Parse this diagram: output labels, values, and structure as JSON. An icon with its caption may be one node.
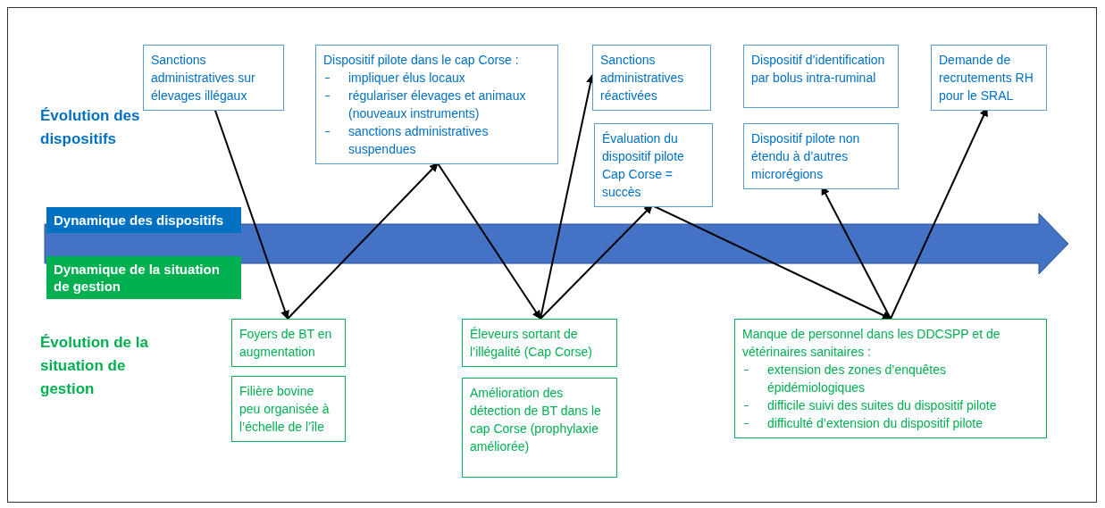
{
  "diagram": {
    "nodes": [
      {
        "text": [
          "Sanctions administratives sur élevages illégaux"
        ]
      },
      {
        "text": [
          "Dispositif pilote dans le cap Corse :",
          "impliquer élus locaux",
          "régulariser élevages et animaux (nouveaux instruments)",
          "sanctions administratives suspendues"
        ]
      },
      {
        "text": [
          "Sanctions administratives réactivées"
        ]
      },
      {
        "text": [
          "Dispositif d’identification par bolus intra-ruminal"
        ]
      },
      {
        "text": [
          "Demande de recrutements RH pour le SRAL"
        ]
      },
      {
        "text": [
          "Évaluation du dispositif pilote Cap Corse = succès"
        ]
      },
      {
        "text": [
          "Dispositif pilote non étendu à d’autres microrégions"
        ]
      },
      {
        "text": [
          "Dynamique des dispositifs"
        ]
      },
      {
        "text": [
          "Dynamique de la situation de gestion"
        ]
      },
      {
        "text": [
          "Foyers de BT en augmentation"
        ]
      },
      {
        "text": [
          "Filière bovine peu organisée à l’échelle de l’île"
        ]
      },
      {
        "text": [
          "Éleveurs sortant de l’illégalité (Cap Corse)"
        ]
      },
      {
        "text": [
          "Amélioration des détection de BT dans le cap Corse (prophylaxie améliorée)"
        ]
      },
      {
        "text": [
          "Manque de personnel dans les DDCSPP et de vétérinaires sanitaires :",
          "extension des zones d’enquêtes épidémiologiques",
          "difficile suivi des suites du dispositif pilote",
          "difficulté d’extension du dispositif pilote"
        ]
      }
    ],
    "edges": [
      {
        "from": 0,
        "to": 9,
        "arrow": "to"
      },
      {
        "from": 9,
        "to": 1,
        "arrow": "to"
      },
      {
        "from": 1,
        "to": 11,
        "arrow": "to"
      },
      {
        "from": 11,
        "to": 2,
        "arrow": "to"
      },
      {
        "from": 11,
        "to": 5,
        "arrow": "to"
      },
      {
        "from": 5,
        "to": 13,
        "arrow": "to"
      },
      {
        "from": 13,
        "to": 6,
        "arrow": "to"
      },
      {
        "from": 13,
        "to": 4,
        "arrow": "to"
      }
    ],
    "labels": [
      "Évolution des dispositifs",
      "Évolution de la situation de gestion"
    ]
  }
}
